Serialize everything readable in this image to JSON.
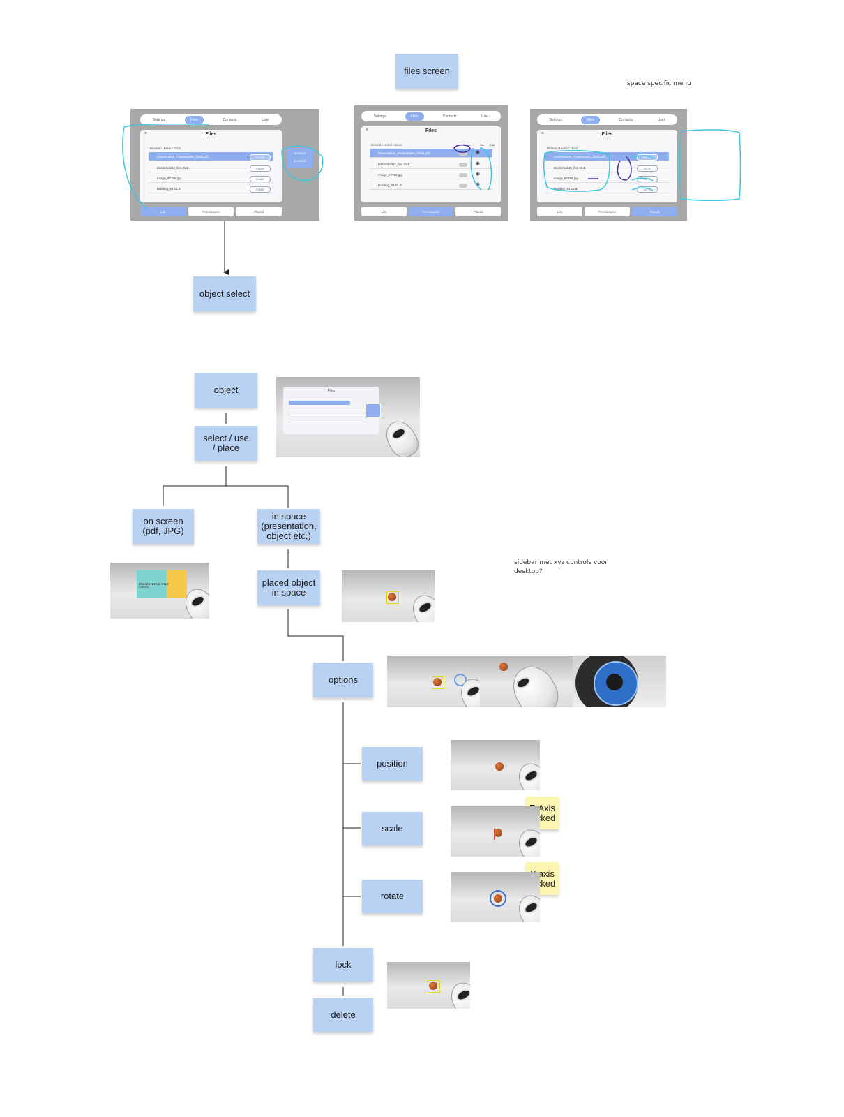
{
  "notes": {
    "files_screen": "files screen",
    "object_select": "object select",
    "object": "object",
    "select_use_place": "select / use\n/ place",
    "on_screen": "on screen\n(pdf, JPG)",
    "in_space": "in space\n(presentation,\nobject etc,)",
    "placed_object": "placed object\nin space",
    "options": "options",
    "position": "position",
    "scale": "scale",
    "rotate": "rotate",
    "lock": "lock",
    "delete": "delete",
    "z_axis": "Z-Axis\nlocked",
    "y_axis": "Y-axis\nlocked"
  },
  "annotations": {
    "space_specific_menu": "space specific menu",
    "sidebar_xyz": "sidebar met xyz controls voor\ndesktop?"
  },
  "mockups": {
    "tabs": [
      "Settings",
      "Files",
      "Contacts",
      "User"
    ],
    "panel_title": "Files",
    "close": "×",
    "breadcrumb": "Recent / Home / Docs",
    "files": [
      "Presentation_Presentation_final2.pdf",
      "Basketball42_fins.GLB",
      "Image_87798.jpg",
      "Building_54.GLB"
    ],
    "place_label": "PLACE",
    "goto_label": "GO TO",
    "screen_label": "SCREEN",
    "in_space_label": "IN SPACE",
    "bottom_tabs": [
      "List",
      "Permissions",
      "Placed"
    ],
    "col_share": "Share",
    "col_vis": "Vis",
    "col_edit": "Edit"
  },
  "scenes": {
    "files_title": "Files",
    "presentation_title": "PRESENTATION TITLE",
    "presentation_sub": "SUBTITLE"
  },
  "colors": {
    "note_blue": "#b9d1f2",
    "note_yellow": "#fdf6b3",
    "accent": "#8eaef0",
    "scribble_cyan": "#3cc6e0",
    "scribble_purple": "#4a2a9a"
  }
}
